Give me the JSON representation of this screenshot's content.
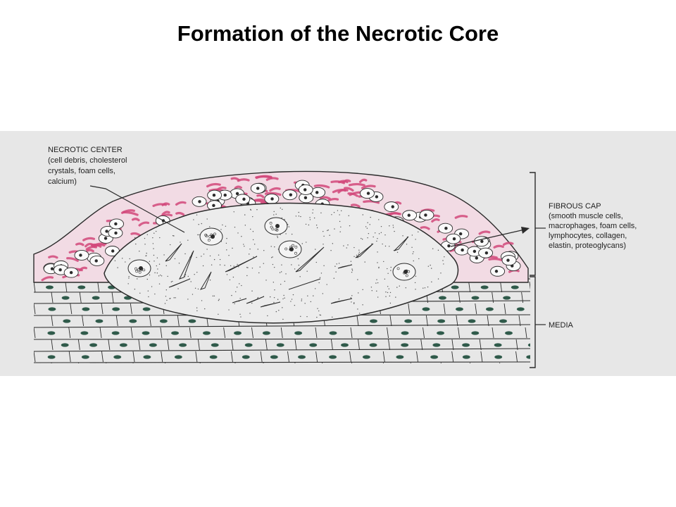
{
  "slide": {
    "title": "Formation of the Necrotic Core"
  },
  "diagram": {
    "necrotic_center": {
      "heading": "NECROTIC CENTER",
      "details": [
        "(cell debris, cholesterol",
        "crystals, foam cells,",
        "calcium)"
      ]
    },
    "fibrous_cap": {
      "heading": "FIBROUS CAP",
      "details": [
        "(smooth muscle cells,",
        "macrophages, foam cells,",
        "lymphocytes, collagen,",
        "elastin, proteoglycans)"
      ]
    },
    "media": {
      "heading": "MEDIA"
    },
    "colors": {
      "panel_background": "#e7e7e7",
      "fibrous_tissue_pink": "#d2487a",
      "necrotic_core_fill": "#ececec",
      "media_nuclei": "#2f5a4a",
      "line_art": "#2b2b2b"
    }
  }
}
